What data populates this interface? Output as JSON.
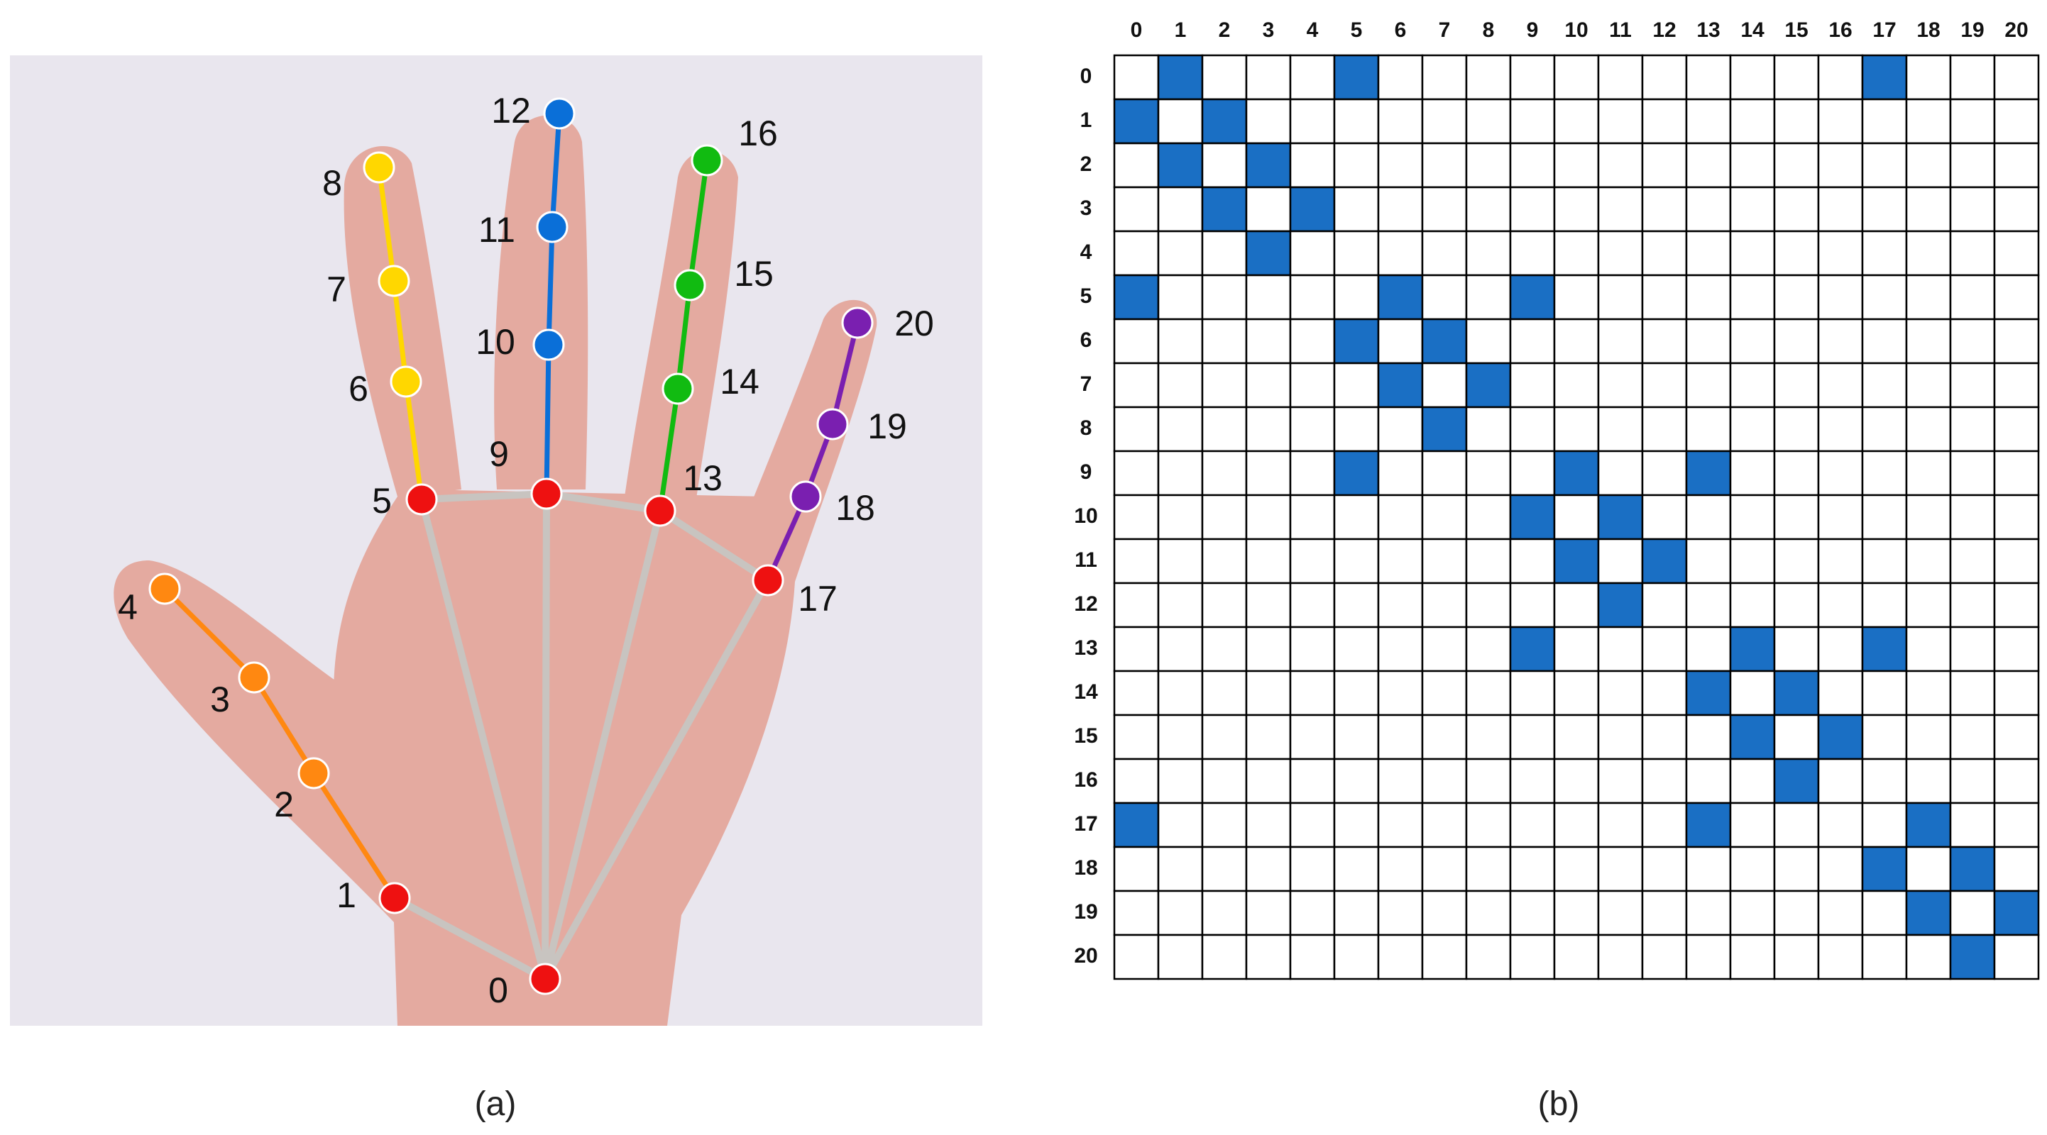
{
  "panel_a": {
    "caption": "(a)",
    "keypoints": [
      {
        "id": 0,
        "label": "0",
        "color": "red"
      },
      {
        "id": 1,
        "label": "1",
        "color": "red"
      },
      {
        "id": 2,
        "label": "2",
        "color": "orange"
      },
      {
        "id": 3,
        "label": "3",
        "color": "orange"
      },
      {
        "id": 4,
        "label": "4",
        "color": "orange"
      },
      {
        "id": 5,
        "label": "5",
        "color": "red"
      },
      {
        "id": 6,
        "label": "6",
        "color": "yellow"
      },
      {
        "id": 7,
        "label": "7",
        "color": "yellow"
      },
      {
        "id": 8,
        "label": "8",
        "color": "yellow"
      },
      {
        "id": 9,
        "label": "9",
        "color": "red"
      },
      {
        "id": 10,
        "label": "10",
        "color": "blue"
      },
      {
        "id": 11,
        "label": "11",
        "color": "blue"
      },
      {
        "id": 12,
        "label": "12",
        "color": "blue"
      },
      {
        "id": 13,
        "label": "13",
        "color": "red"
      },
      {
        "id": 14,
        "label": "14",
        "color": "green"
      },
      {
        "id": 15,
        "label": "15",
        "color": "green"
      },
      {
        "id": 16,
        "label": "16",
        "color": "green"
      },
      {
        "id": 17,
        "label": "17",
        "color": "red"
      },
      {
        "id": 18,
        "label": "18",
        "color": "purple"
      },
      {
        "id": 19,
        "label": "19",
        "color": "purple"
      },
      {
        "id": 20,
        "label": "20",
        "color": "purple"
      }
    ],
    "colors": {
      "red": "#ee1111",
      "orange": "#ff8811",
      "yellow": "#ffd700",
      "blue": "#0a6fd8",
      "green": "#11bb11",
      "purple": "#7a1fb0",
      "palm": "#c8c4c0"
    },
    "edges": [
      {
        "from": 0,
        "to": 1,
        "color": "palm"
      },
      {
        "from": 1,
        "to": 2,
        "color": "orange"
      },
      {
        "from": 2,
        "to": 3,
        "color": "orange"
      },
      {
        "from": 3,
        "to": 4,
        "color": "orange"
      },
      {
        "from": 0,
        "to": 5,
        "color": "palm"
      },
      {
        "from": 5,
        "to": 6,
        "color": "yellow"
      },
      {
        "from": 6,
        "to": 7,
        "color": "yellow"
      },
      {
        "from": 7,
        "to": 8,
        "color": "yellow"
      },
      {
        "from": 0,
        "to": 9,
        "color": "palm"
      },
      {
        "from": 9,
        "to": 10,
        "color": "blue"
      },
      {
        "from": 10,
        "to": 11,
        "color": "blue"
      },
      {
        "from": 11,
        "to": 12,
        "color": "blue"
      },
      {
        "from": 0,
        "to": 13,
        "color": "palm"
      },
      {
        "from": 13,
        "to": 14,
        "color": "green"
      },
      {
        "from": 14,
        "to": 15,
        "color": "green"
      },
      {
        "from": 15,
        "to": 16,
        "color": "green"
      },
      {
        "from": 0,
        "to": 17,
        "color": "palm"
      },
      {
        "from": 17,
        "to": 18,
        "color": "purple"
      },
      {
        "from": 18,
        "to": 19,
        "color": "purple"
      },
      {
        "from": 19,
        "to": 20,
        "color": "purple"
      },
      {
        "from": 5,
        "to": 9,
        "color": "palm"
      },
      {
        "from": 9,
        "to": 13,
        "color": "palm"
      },
      {
        "from": 13,
        "to": 17,
        "color": "palm"
      }
    ]
  },
  "panel_b": {
    "caption": "(b)",
    "row_labels": [
      "0",
      "1",
      "2",
      "3",
      "4",
      "5",
      "6",
      "7",
      "8",
      "9",
      "10",
      "11",
      "12",
      "13",
      "14",
      "15",
      "16",
      "17",
      "18",
      "19",
      "20"
    ],
    "col_labels": [
      "0",
      "1",
      "2",
      "3",
      "4",
      "5",
      "6",
      "7",
      "8",
      "9",
      "10",
      "11",
      "12",
      "13",
      "14",
      "15",
      "16",
      "17",
      "18",
      "19",
      "20"
    ],
    "filled_color": "#1a6fc4",
    "adjacency": [
      [
        0,
        1
      ],
      [
        0,
        5
      ],
      [
        0,
        17
      ],
      [
        1,
        0
      ],
      [
        1,
        2
      ],
      [
        2,
        1
      ],
      [
        2,
        3
      ],
      [
        3,
        2
      ],
      [
        3,
        4
      ],
      [
        4,
        3
      ],
      [
        5,
        0
      ],
      [
        5,
        6
      ],
      [
        5,
        9
      ],
      [
        6,
        5
      ],
      [
        6,
        7
      ],
      [
        7,
        6
      ],
      [
        7,
        8
      ],
      [
        8,
        7
      ],
      [
        9,
        5
      ],
      [
        9,
        10
      ],
      [
        9,
        13
      ],
      [
        10,
        9
      ],
      [
        10,
        11
      ],
      [
        11,
        10
      ],
      [
        11,
        12
      ],
      [
        12,
        11
      ],
      [
        13,
        9
      ],
      [
        13,
        14
      ],
      [
        13,
        17
      ],
      [
        14,
        13
      ],
      [
        14,
        15
      ],
      [
        15,
        14
      ],
      [
        15,
        16
      ],
      [
        16,
        15
      ],
      [
        17,
        0
      ],
      [
        17,
        13
      ],
      [
        17,
        18
      ],
      [
        18,
        17
      ],
      [
        18,
        19
      ],
      [
        19,
        18
      ],
      [
        19,
        20
      ],
      [
        20,
        19
      ]
    ]
  }
}
